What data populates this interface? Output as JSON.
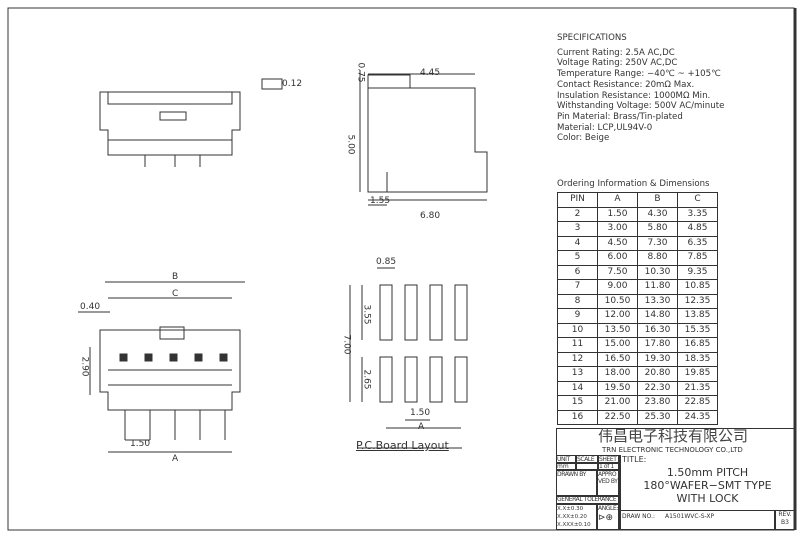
{
  "specifications": {
    "heading": "SPECIFICATIONS",
    "lines": [
      "Current Rating: 2.5A AC,DC",
      "Voltage Rating: 250V AC,DC",
      "Temperature Range: −40℃ ~ +105℃",
      "Contact Resistance: 20mΩ Max.",
      "Insulation Resistance: 1000MΩ Min.",
      "Withstanding Voltage: 500V AC/minute",
      "Pin Material: Brass/Tin-plated",
      "Material: LCP,UL94V-0",
      "Color: Beige"
    ]
  },
  "ordering": {
    "heading": "Ordering Information & Dimensions",
    "columns": [
      "PIN",
      "A",
      "B",
      "C"
    ],
    "rows": [
      [
        "2",
        "1.50",
        "4.30",
        "3.35"
      ],
      [
        "3",
        "3.00",
        "5.80",
        "4.85"
      ],
      [
        "4",
        "4.50",
        "7.30",
        "6.35"
      ],
      [
        "5",
        "6.00",
        "8.80",
        "7.85"
      ],
      [
        "6",
        "7.50",
        "10.30",
        "9.35"
      ],
      [
        "7",
        "9.00",
        "11.80",
        "10.85"
      ],
      [
        "8",
        "10.50",
        "13.30",
        "12.35"
      ],
      [
        "9",
        "12.00",
        "14.80",
        "13.85"
      ],
      [
        "10",
        "13.50",
        "16.30",
        "15.35"
      ],
      [
        "11",
        "15.00",
        "17.80",
        "16.85"
      ],
      [
        "12",
        "16.50",
        "19.30",
        "18.35"
      ],
      [
        "13",
        "18.00",
        "20.80",
        "19.85"
      ],
      [
        "14",
        "19.50",
        "22.30",
        "21.35"
      ],
      [
        "15",
        "21.00",
        "23.80",
        "22.85"
      ],
      [
        "16",
        "22.50",
        "25.30",
        "24.35"
      ]
    ]
  },
  "drawing": {
    "flatness": "0.12",
    "dim_075": "0.75",
    "dim_445": "4.45",
    "dim_500": "5.00",
    "dim_155": "1.55",
    "dim_680": "6.80",
    "dim_B": "B",
    "dim_C": "C",
    "dim_040": "0.40",
    "dim_290": "2.90",
    "dim_150a": "1.50",
    "dim_A": "A",
    "dim_085": "0.85",
    "dim_355": "3.55",
    "dim_700": "7.00",
    "dim_265": "2.65",
    "dim_150b": "1.50",
    "dim_A2": "A",
    "pcb_label": "P.C.Board   Layout"
  },
  "title_block": {
    "company_cn": "伟昌电子科技有限公司",
    "company_en": "TRN ELECTRONIC TECHNOLOGY CO.,LTD",
    "unit_label": "UNIT",
    "unit": "mm",
    "scale_label": "SCALE",
    "sheet_label": "SHEET",
    "sheet": "1 of 1",
    "title_label": "TITLE:",
    "title_lines": [
      "1.50mm PITCH",
      "180°WAFER−SMT TYPE",
      "WITH LOCK"
    ],
    "drawn_by": "DRAWN BY",
    "approved_by": "APPROVED BY",
    "general_tolerance": "GENERAL TOLERANCE",
    "tolerances": [
      "X.X±0.30",
      "X.XX±0.20",
      "X.XXX±0.10"
    ],
    "angle": "ANGLE±",
    "draw_no_label": "DRAW NO.:",
    "draw_no": "A1501WVC-S-XP",
    "rev_label": "REV.",
    "rev": "B3"
  }
}
